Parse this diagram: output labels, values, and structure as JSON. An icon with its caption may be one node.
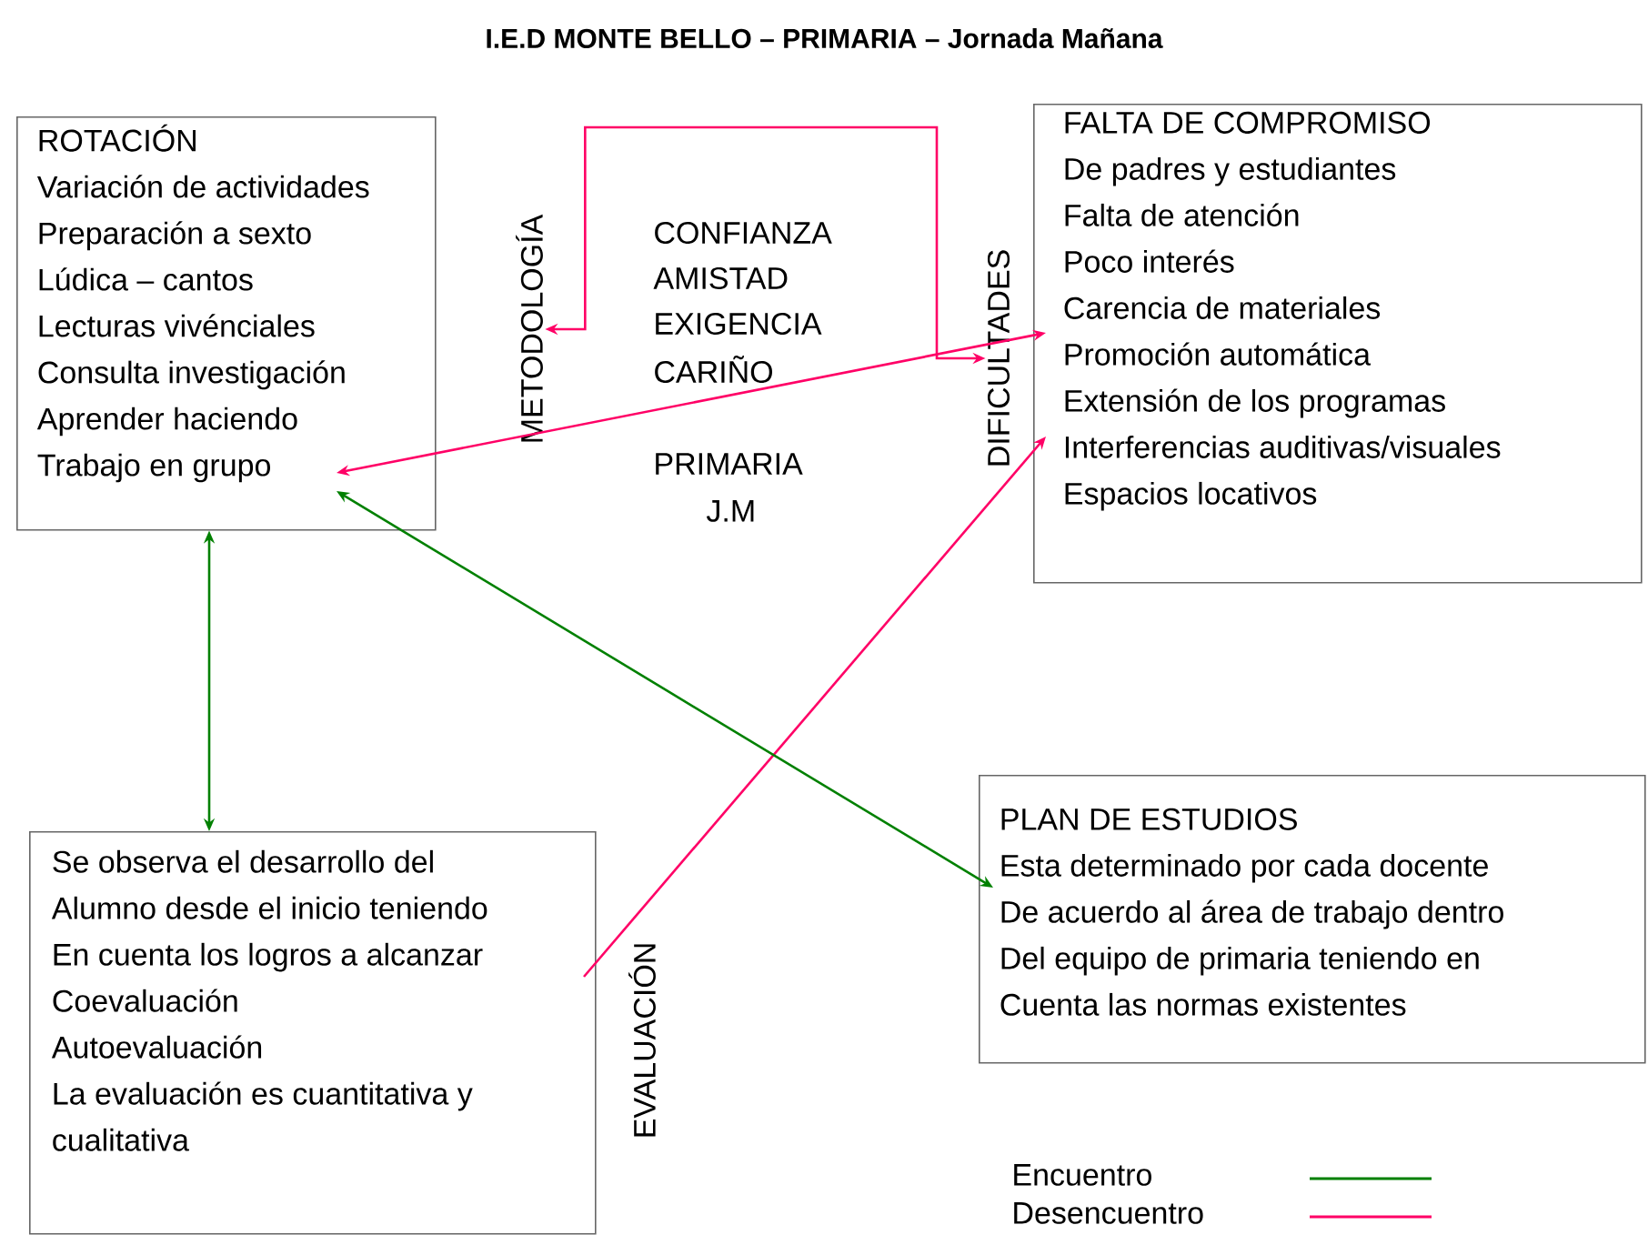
{
  "diagram": {
    "title": "I.E.D MONTE BELLO – PRIMARIA – Jornada Mañana",
    "nodes": [
      {
        "text": [
          "ROTACIÓN",
          "Variación de actividades",
          "Preparación a sexto",
          "Lúdica – cantos",
          "Lecturas vivénciales",
          "Consulta investigación",
          "Aprender haciendo",
          "Trabajo en grupo"
        ]
      },
      {
        "text": [
          "METODOLOGÍA"
        ]
      },
      {
        "text": [
          "FALTA DE COMPROMISO",
          "De padres y estudiantes",
          "Falta de atención",
          "Poco interés",
          "Carencia de materiales",
          "Promoción automática",
          "Extensión de los programas",
          "Interferencias auditivas/visuales",
          "Espacios locativos"
        ]
      },
      {
        "text": [
          "DIFICULTADES"
        ]
      },
      {
        "text": [
          "Se observa el desarrollo del",
          "Alumno desde el inicio teniendo",
          "En cuenta los logros a alcanzar",
          "Coevaluación",
          "Autoevaluación",
          "La evaluación es cuantitativa y",
          "cualitativa"
        ]
      },
      {
        "text": [
          "EVALUACIÓN"
        ]
      },
      {
        "text": [
          "PLAN DE ESTUDIOS",
          "Esta determinado por cada docente",
          "De acuerdo al área de trabajo dentro",
          "Del equipo de primaria teniendo en",
          "Cuenta las normas existentes"
        ]
      }
    ],
    "edges": [
      {
        "from": 1,
        "to": 3,
        "arrow": "both"
      },
      {
        "from": 0,
        "to": 2,
        "arrow": "both"
      },
      {
        "from": 4,
        "to": 2,
        "arrow": "to"
      },
      {
        "from": 0,
        "to": 4,
        "arrow": "both",
        "color": "#008000"
      },
      {
        "from": 0,
        "to": 6,
        "arrow": "both",
        "color": "#008000"
      }
    ],
    "labels": [
      "CONFIANZA",
      "AMISTAD",
      "EXIGENCIA",
      "CARIÑO",
      "PRIMARIA",
      "J.M"
    ],
    "legend": [
      {
        "text": "Encuentro",
        "color": "#008000"
      },
      {
        "text": "Desencuentro",
        "color": "#ff0066"
      }
    ]
  }
}
